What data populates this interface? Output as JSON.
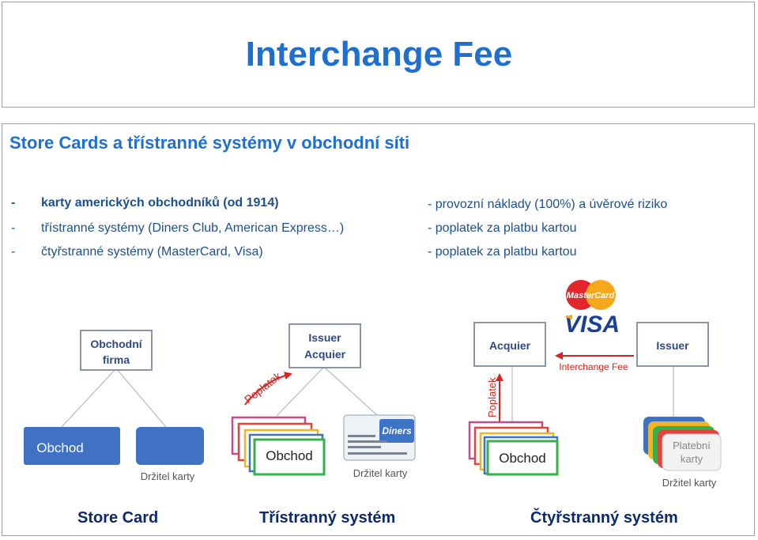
{
  "header": {
    "title": "Interchange Fee"
  },
  "section": {
    "subtitle": "Store Cards a třístranné systémy v obchodní síti"
  },
  "bullets_left": [
    {
      "dash": "-",
      "text": "karty amerických obchodníků (od 1914)"
    },
    {
      "dash": "-",
      "text": "třístranné systémy (Diners Club, American Express…)"
    },
    {
      "dash": "-",
      "text": "čtyřstranné systémy (MasterCard, Visa)"
    }
  ],
  "bullets_right": [
    "- provozní náklady (100%) a úvěrové riziko",
    "- poplatek za platbu kartou",
    "- poplatek za platbu kartou"
  ],
  "diagram": {
    "store_card": {
      "company": [
        "Obchodní",
        "firma"
      ],
      "store": "Obchod",
      "holder": "Držitel karty"
    },
    "three_party": {
      "issuer": "Issuer",
      "acquirer": "Acquier",
      "fee": "Poplatek",
      "store": "Obchod",
      "holder": "Držitel karty",
      "card_brand": "Diners"
    },
    "four_party": {
      "acquirer": "Acquier",
      "issuer": "Issuer",
      "interchange": "Interchange Fee",
      "fee": "Poplatek",
      "store": "Obchod",
      "card": [
        "Platební",
        "karty"
      ],
      "holder": "Držitel karty",
      "logo_mc": "MasterCard",
      "logo_visa": "VISA"
    }
  },
  "captions": {
    "store_card": "Store Card",
    "three_party": "Třístranný systém",
    "four_party": "Čtyřstranný systém"
  },
  "colors": {
    "title": "#1f6fd1",
    "box_blue": "#3f72c3",
    "box_border": "#8c95a6",
    "box_text": "#2e4a86",
    "arrow_red": "#d9231f",
    "caption": "#0b2a6b"
  }
}
